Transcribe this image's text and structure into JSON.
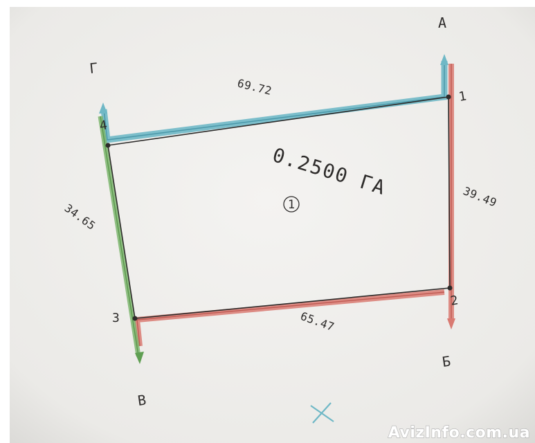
{
  "plan": {
    "area": "0.2500 ГА",
    "parcel_number": "1",
    "sides": {
      "top": "69.72",
      "right": "39.49",
      "bottom": "65.47",
      "left": "34.65"
    },
    "corner_letters": {
      "a": "А",
      "b": "Б",
      "v": "В",
      "g": "Г"
    },
    "vertex_numbers": {
      "p1": "1",
      "p2": "2",
      "p3": "3",
      "p4": "4"
    }
  },
  "watermark": "AvizInfo.com.ua",
  "colors": {
    "paper": "#f1f0ee",
    "blue_boundary": "#6fb8c6",
    "red_boundary": "#d97a72",
    "green_boundary": "#7cb56e",
    "ink": "#2d2b2a"
  }
}
